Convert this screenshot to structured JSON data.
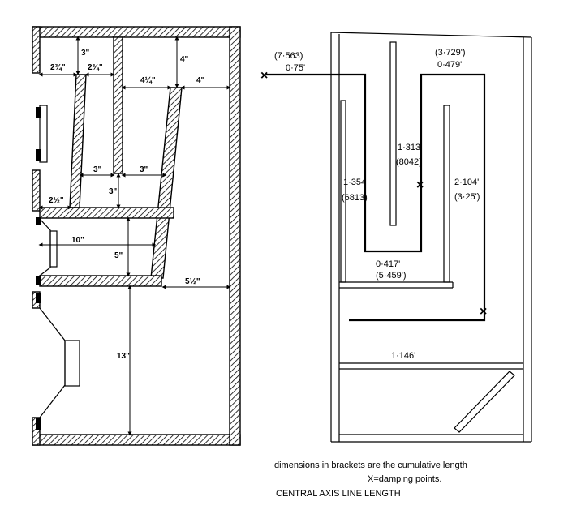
{
  "left_diagram": {
    "dimensions": {
      "d1": "3\"",
      "d2": "2¾\"",
      "d3": "2¾\"",
      "d4": "4\"",
      "d5": "4¼\"",
      "d6": "4\"",
      "d7": "3\"",
      "d8": "3\"",
      "d9": "3\"",
      "d10": "2½\"",
      "d11": "10\"",
      "d12": "5\"",
      "d13": "5½\"",
      "d14": "13\""
    }
  },
  "right_diagram": {
    "labels": {
      "l1a": "(7·563)",
      "l1b": "0·75'",
      "l2a": "(3·729')",
      "l2b": "0·479'",
      "l3a": "1·313'",
      "l3b": "(8042)",
      "l4a": "1·354",
      "l4b": "(6813)",
      "l5a": "2·104'",
      "l5b": "(3·25')",
      "l6a": "0·417'",
      "l6b": "(5·459')",
      "l7": "1·146'"
    },
    "damping_marker": "×"
  },
  "caption": {
    "line1": "dimensions in brackets are the cumulative length",
    "line2": "X=damping points.",
    "line3": "CENTRAL AXIS LINE LENGTH"
  }
}
